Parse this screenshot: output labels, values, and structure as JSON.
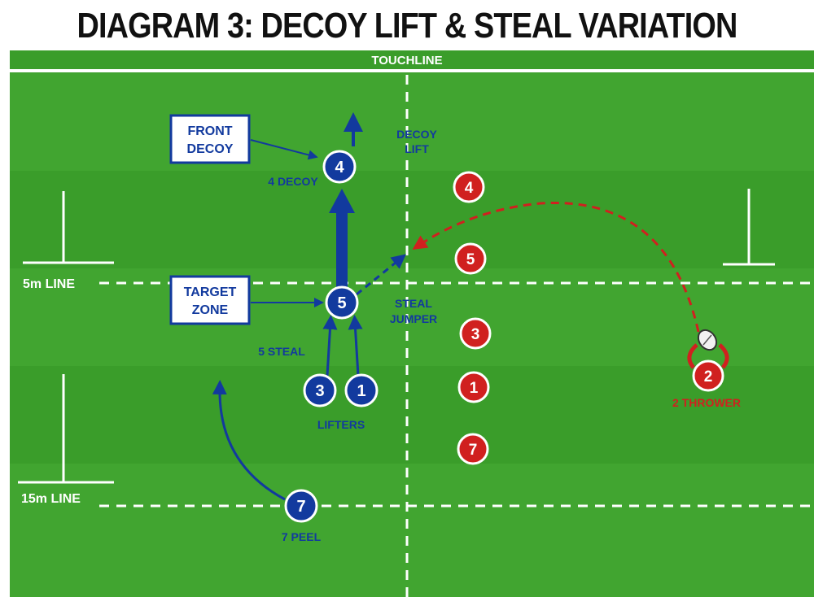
{
  "title": "DIAGRAM 3: DECOY LIFT & STEAL VARIATION",
  "labels": {
    "touchline": "TOUCHLINE",
    "five_m_line": "5m LINE",
    "fifteen_m_line": "15m LINE",
    "front_decoy_line1": "FRONT",
    "front_decoy_line2": "DECOY",
    "target_zone_line1": "TARGET",
    "target_zone_line2": "ZONE",
    "decoy_lift_line1": "DECOY",
    "decoy_lift_line2": "LIFT",
    "steal_jumper_line1": "STEAL",
    "steal_jumper_line2": "JUMPER",
    "four_decoy": "4 DECOY",
    "five_steal": "5 STEAL",
    "lifters": "LIFTERS",
    "seven_peel": "7 PEEL",
    "two_thrower": "2 THROWER"
  },
  "blue_players": [
    "4",
    "5",
    "3",
    "1",
    "7"
  ],
  "red_players": [
    "4",
    "5",
    "3",
    "1",
    "7",
    "2"
  ],
  "colors": {
    "grass": "#3a9d2a",
    "grass_stripe": "#43a832",
    "blue": "#123a9e",
    "red": "#d0201f",
    "line": "#ffffff"
  }
}
